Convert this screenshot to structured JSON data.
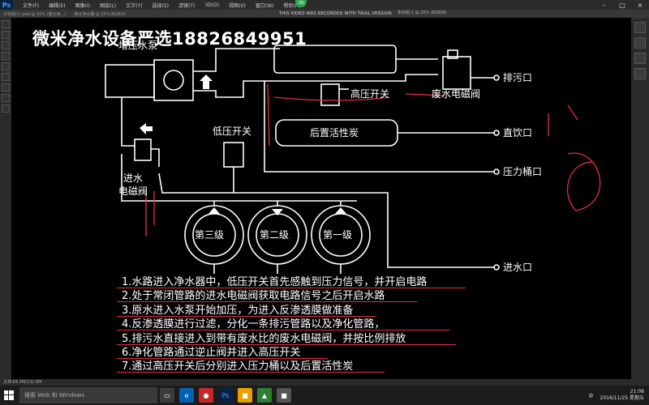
{
  "app": {
    "logo": "Ps",
    "menu": [
      "文件(F)",
      "编辑(E)",
      "图像(I)",
      "图层(L)",
      "文字(Y)",
      "选择(S)",
      "滤镜(T)",
      "3D(D)",
      "视图(V)",
      "窗口(W)",
      "帮助(H)"
    ],
    "tabs": [
      "无标题(1).psd @ 50% (微元用...)",
      "微元净水器 @ 25%(RGB/8)"
    ],
    "recorded_note": "THIS VIDEO WAS RECORDED WITH TRIAL VERSION",
    "badge": "39",
    "right_tab": "未标题-1 @ 25% (RGB/8)",
    "status": "文档:84.2M/132.8M"
  },
  "banner": "微米净水设备严选18826849951",
  "diagram": {
    "top_label": "增压水泵",
    "pipe_labels": {
      "waste_out": "排污口",
      "direct_drink": "直饮口",
      "tank": "压力桶口",
      "water_in": "进水口"
    },
    "component_labels": {
      "high_pressure_switch": "高压开关",
      "waste_valve": "废水电磁阀",
      "post_carbon": "后置活性炭",
      "low_pressure_switch": "低压开关",
      "inlet_valve_line1": "进水",
      "inlet_valve_line2": "电磁阀"
    },
    "filters": [
      "第三级",
      "第二级",
      "第一级"
    ]
  },
  "steps": [
    "1.水路进入净水器中，低压开关首先感触到压力信号，并开启电路",
    "2.处于常闭管路的进水电磁阀获取电路信号之后开启水路",
    "3.原水进入水泵开始加压，为进入反渗透膜做准备",
    "4.反渗透膜进行过滤，分化一条排污管路以及净化管路，",
    "5.排污水直接进入到带有废水比的废水电磁阀，并按比例排放",
    "6.净化管路通过逆止阀并进入高压开关",
    "7.通过高压开关后分别进入压力桶以及后置活性炭"
  ],
  "taskbar": {
    "search_placeholder": "搜索 Web 和 Windows",
    "tray_text": "中",
    "time": "21:08",
    "date": "2016/11/25 星期五"
  },
  "colors": {
    "diagram_stroke": "#ffffff",
    "annotation_red": "#e03040",
    "photoshop_blue": "#31a8ff"
  }
}
